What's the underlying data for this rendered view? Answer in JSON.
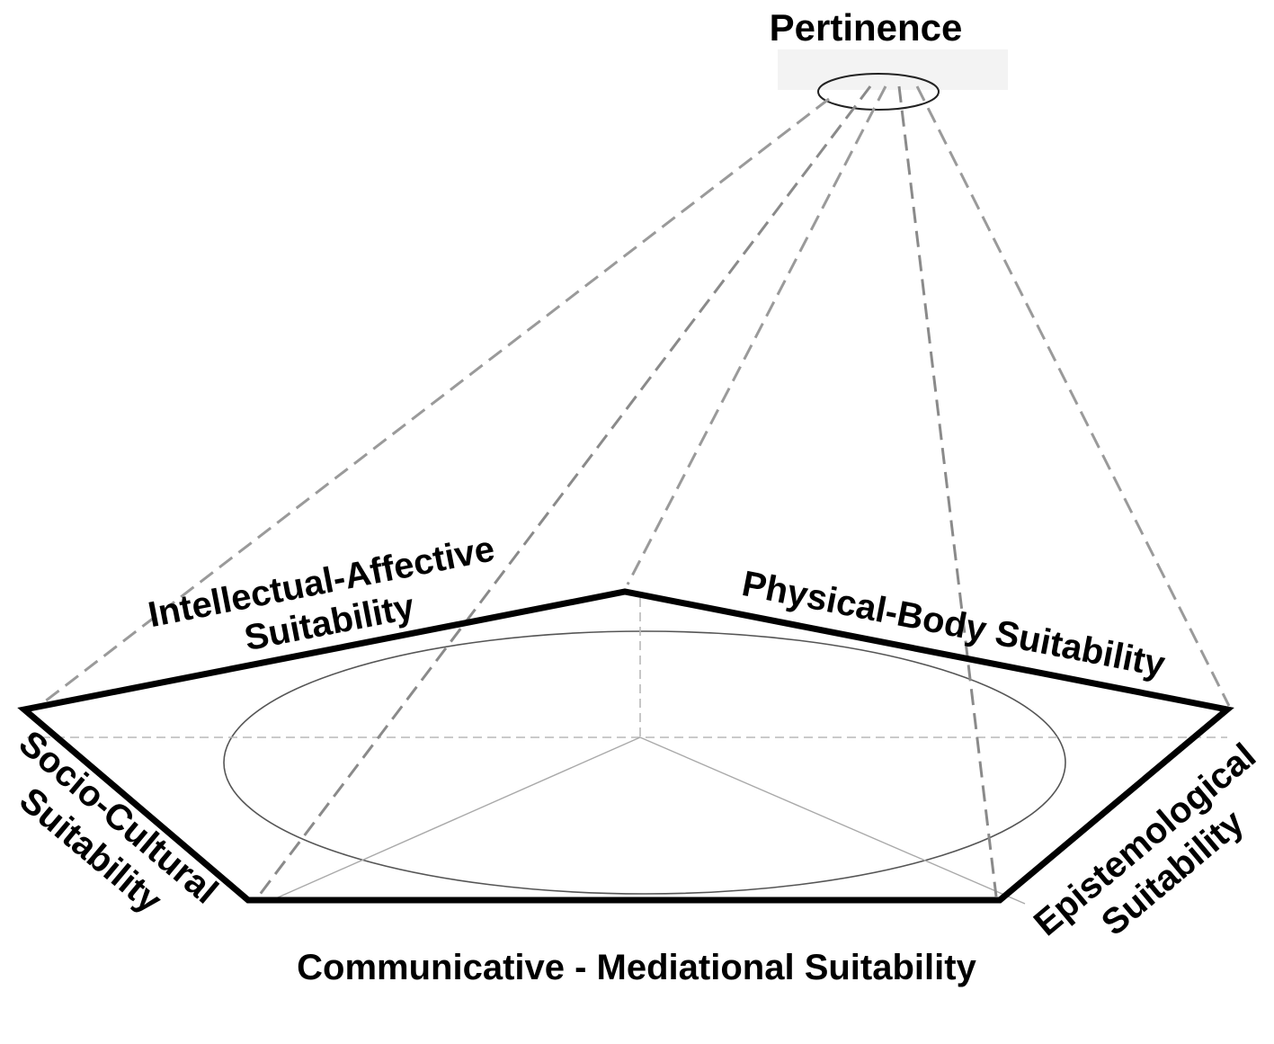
{
  "apex": {
    "label": "Pertinence"
  },
  "dimensions": {
    "intellectual_affective": [
      "Intellectual-Affective",
      "Suitability"
    ],
    "physical_body": "Physical-Body Suitability",
    "socio_cultural": [
      "Socio-Cultural",
      "Suitability"
    ],
    "communicative_mediational": "Communicative - Mediational Suitability",
    "epistemological": [
      "Epistemological",
      "Suitability"
    ]
  },
  "colors": {
    "outline": "#000000",
    "dashed_lines": "#9a9a9a",
    "background": "#ffffff"
  }
}
